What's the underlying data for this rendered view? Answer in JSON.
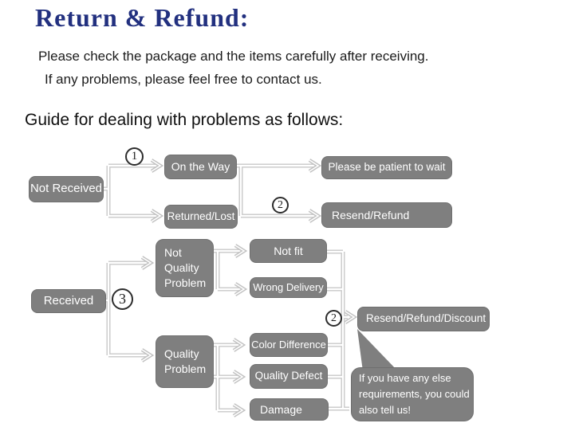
{
  "header": {
    "title": "Return & Refund:",
    "line1": "Please check the package and the items carefully after receiving.",
    "line2": "If any problems, please feel free to contact us.",
    "guide": "Guide for dealing with problems as follows:"
  },
  "flow": {
    "steps": {
      "s1": "1",
      "s2": "2",
      "s3": "3"
    },
    "nodes": {
      "not_received": "Not Received",
      "on_the_way": "On the Way",
      "patient": "Please be patient to wait",
      "returned_lost": "Returned/Lost",
      "resend_refund": "Resend/Refund",
      "received": "Received",
      "not_quality_problem": "Not\nQuality\nProblem",
      "not_fit": "Not fit",
      "wrong_delivery": "Wrong Delivery",
      "quality_problem": "Quality\nProblem",
      "color_difference": "Color Difference",
      "quality_defect": "Quality Defect",
      "damage": "Damage",
      "resend_refund_discount": "Resend/Refund/Discount",
      "bubble": "If you have any else\nrequirements, you could\nalso tell us!"
    },
    "colors": {
      "box_gray": "#7f7f7f",
      "line_gray": "#c8c8c8",
      "title_navy": "#22307f",
      "text_dark": "#1b1b1b"
    }
  }
}
